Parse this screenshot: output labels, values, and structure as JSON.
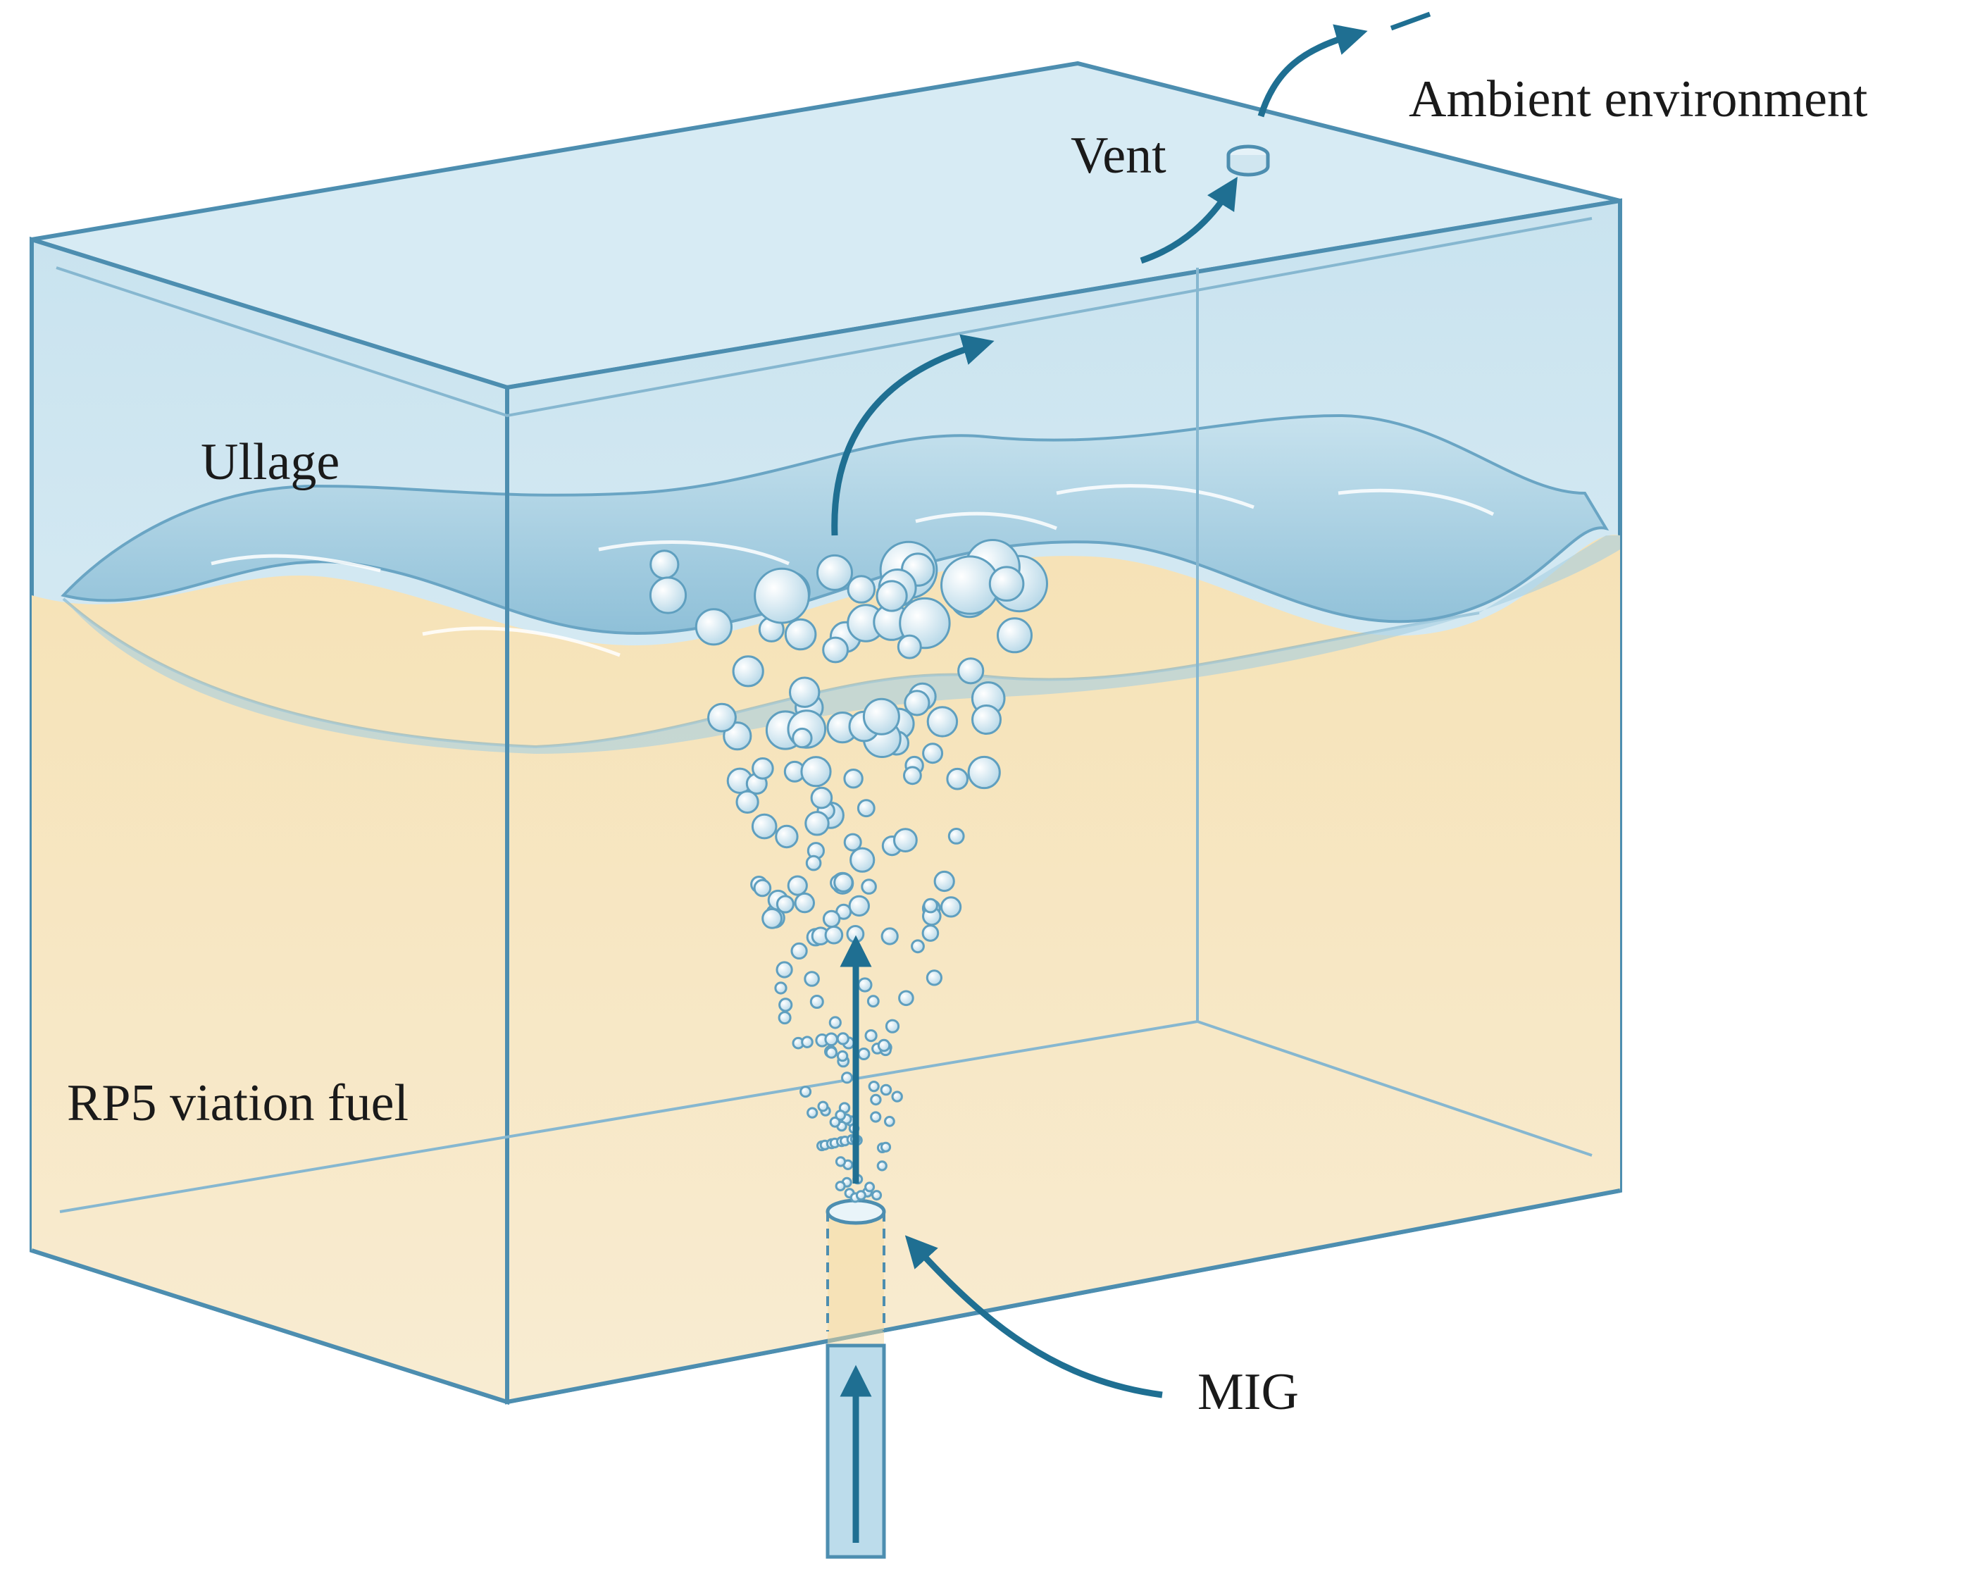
{
  "labels": {
    "ambient": "Ambient environment",
    "vent": "Vent",
    "ullage": "Ullage",
    "fuel": "RP5 viation fuel",
    "mig": "MIG"
  },
  "colors": {
    "fuel": "#f5e6c4",
    "ullage": "#dceef6",
    "liquid_surface": "#a9cfe2",
    "glass_edge": "#4d8eb0",
    "arrow": "#1f6f92",
    "bubble": "#cfe6f1"
  }
}
